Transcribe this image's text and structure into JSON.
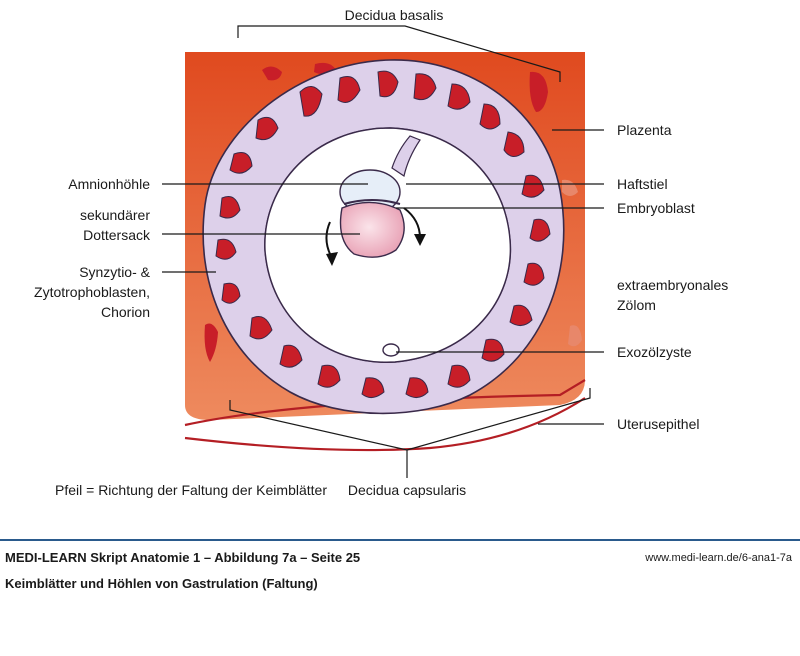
{
  "labels": {
    "decidua_basalis": "Decidua basalis",
    "plazenta": "Plazenta",
    "amnionhoehle": "Amnionhöhle",
    "haftstiel": "Haftstiel",
    "sekundaerer": "sekundärer",
    "dottersack": "Dottersack",
    "embryoblast": "Embryoblast",
    "synzytio": "Synzytio- &",
    "zytotrophoblasten": "Zytotrophoblasten,",
    "chorion": "Chorion",
    "extraembryonales": "extraembryonales",
    "zoelom": "Zölom",
    "exozoelzyste": "Exozölzyste",
    "uterusepithel": "Uterusepithel",
    "decidua_capsularis": "Decidua capsularis",
    "pfeil_note": "Pfeil = Richtung der Faltung der Keimblätter"
  },
  "footer": {
    "title": "MEDI-LEARN Skript Anatomie 1 – Abbildung 7a – Seite 25",
    "subtitle": "Keimblätter und Höhlen von Gastrulation (Faltung)",
    "url": "www.medi-learn.de/6-ana1-7a"
  },
  "colors": {
    "uterus_top": "#e04a1f",
    "uterus_bottom": "#ee8a5e",
    "chorion": "#ddd0ea",
    "lacunae": "#c81e28",
    "dottersack": "#f4b4c4",
    "amnion": "#e6eef8",
    "footer_rule": "#2a5a8c"
  }
}
